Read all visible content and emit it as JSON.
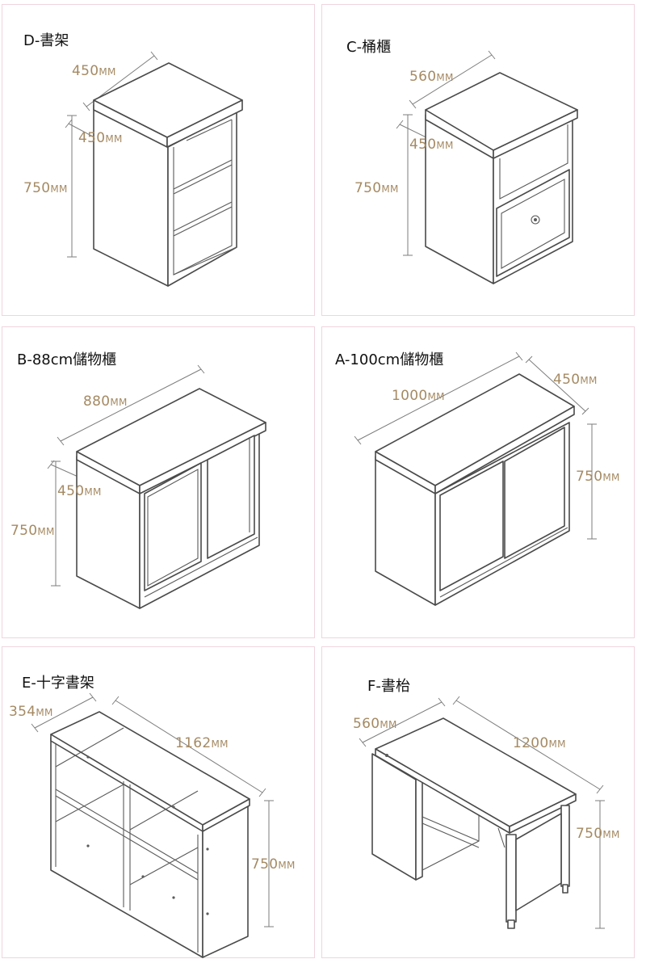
{
  "panels": [
    {
      "id": "D",
      "title": "D-書架",
      "dims": {
        "width": "450",
        "depth": "450",
        "height": "750"
      },
      "unit": "MM"
    },
    {
      "id": "C",
      "title": "C-桶櫃",
      "dims": {
        "width": "560",
        "depth": "450",
        "height": "750"
      },
      "unit": "MM"
    },
    {
      "id": "B",
      "title": "B-88cm儲物櫃",
      "dims": {
        "width": "880",
        "depth": "450",
        "height": "750"
      },
      "unit": "MM"
    },
    {
      "id": "A",
      "title": "A-100cm儲物櫃",
      "dims": {
        "width": "1000",
        "depth": "450",
        "height": "750"
      },
      "unit": "MM"
    },
    {
      "id": "E",
      "title": "E-十字書架",
      "dims": {
        "width": "1162",
        "depth": "354",
        "height": "750"
      },
      "unit": "MM"
    },
    {
      "id": "F",
      "title": "F-書枱",
      "dims": {
        "width": "1200",
        "depth": "560",
        "height": "750"
      },
      "unit": "MM"
    }
  ],
  "colors": {
    "border": "#f1d4de",
    "dimension_text": "#a58a63",
    "line": "#4a4a4a"
  }
}
